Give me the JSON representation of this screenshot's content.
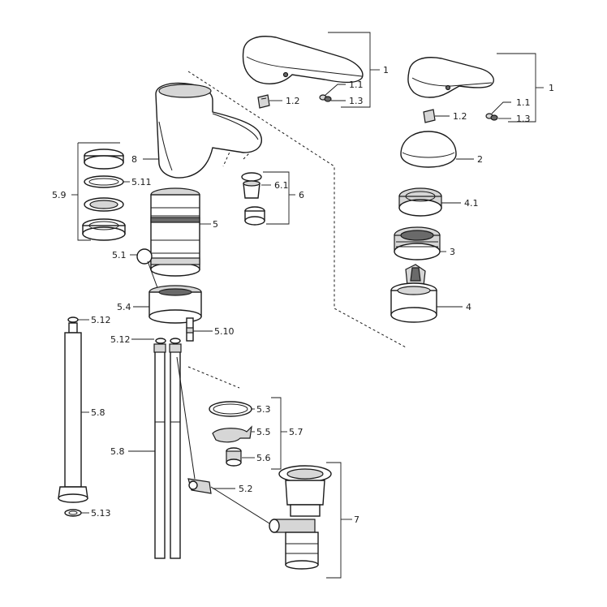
{
  "labels": {
    "l1_a": "1",
    "l1_1_a": "1.1",
    "l1_2_a": "1.2",
    "l1_3_a": "1.3",
    "l1_b": "1",
    "l1_1_b": "1.1",
    "l1_2_b": "1.2",
    "l1_3_b": "1.3",
    "l2": "2",
    "l3": "3",
    "l4": "4",
    "l4_1": "4.1",
    "l5": "5",
    "l5_1": "5.1",
    "l5_2": "5.2",
    "l5_3": "5.3",
    "l5_4": "5.4",
    "l5_5": "5.5",
    "l5_6": "5.6",
    "l5_7": "5.7",
    "l5_8_a": "5.8",
    "l5_8_b": "5.8",
    "l5_9": "5.9",
    "l5_10": "5.10",
    "l5_11": "5.11",
    "l5_12_a": "5.12",
    "l5_12_b": "5.12",
    "l5_13": "5.13",
    "l6": "6",
    "l6_1": "6.1",
    "l7": "7",
    "l8": "8"
  }
}
